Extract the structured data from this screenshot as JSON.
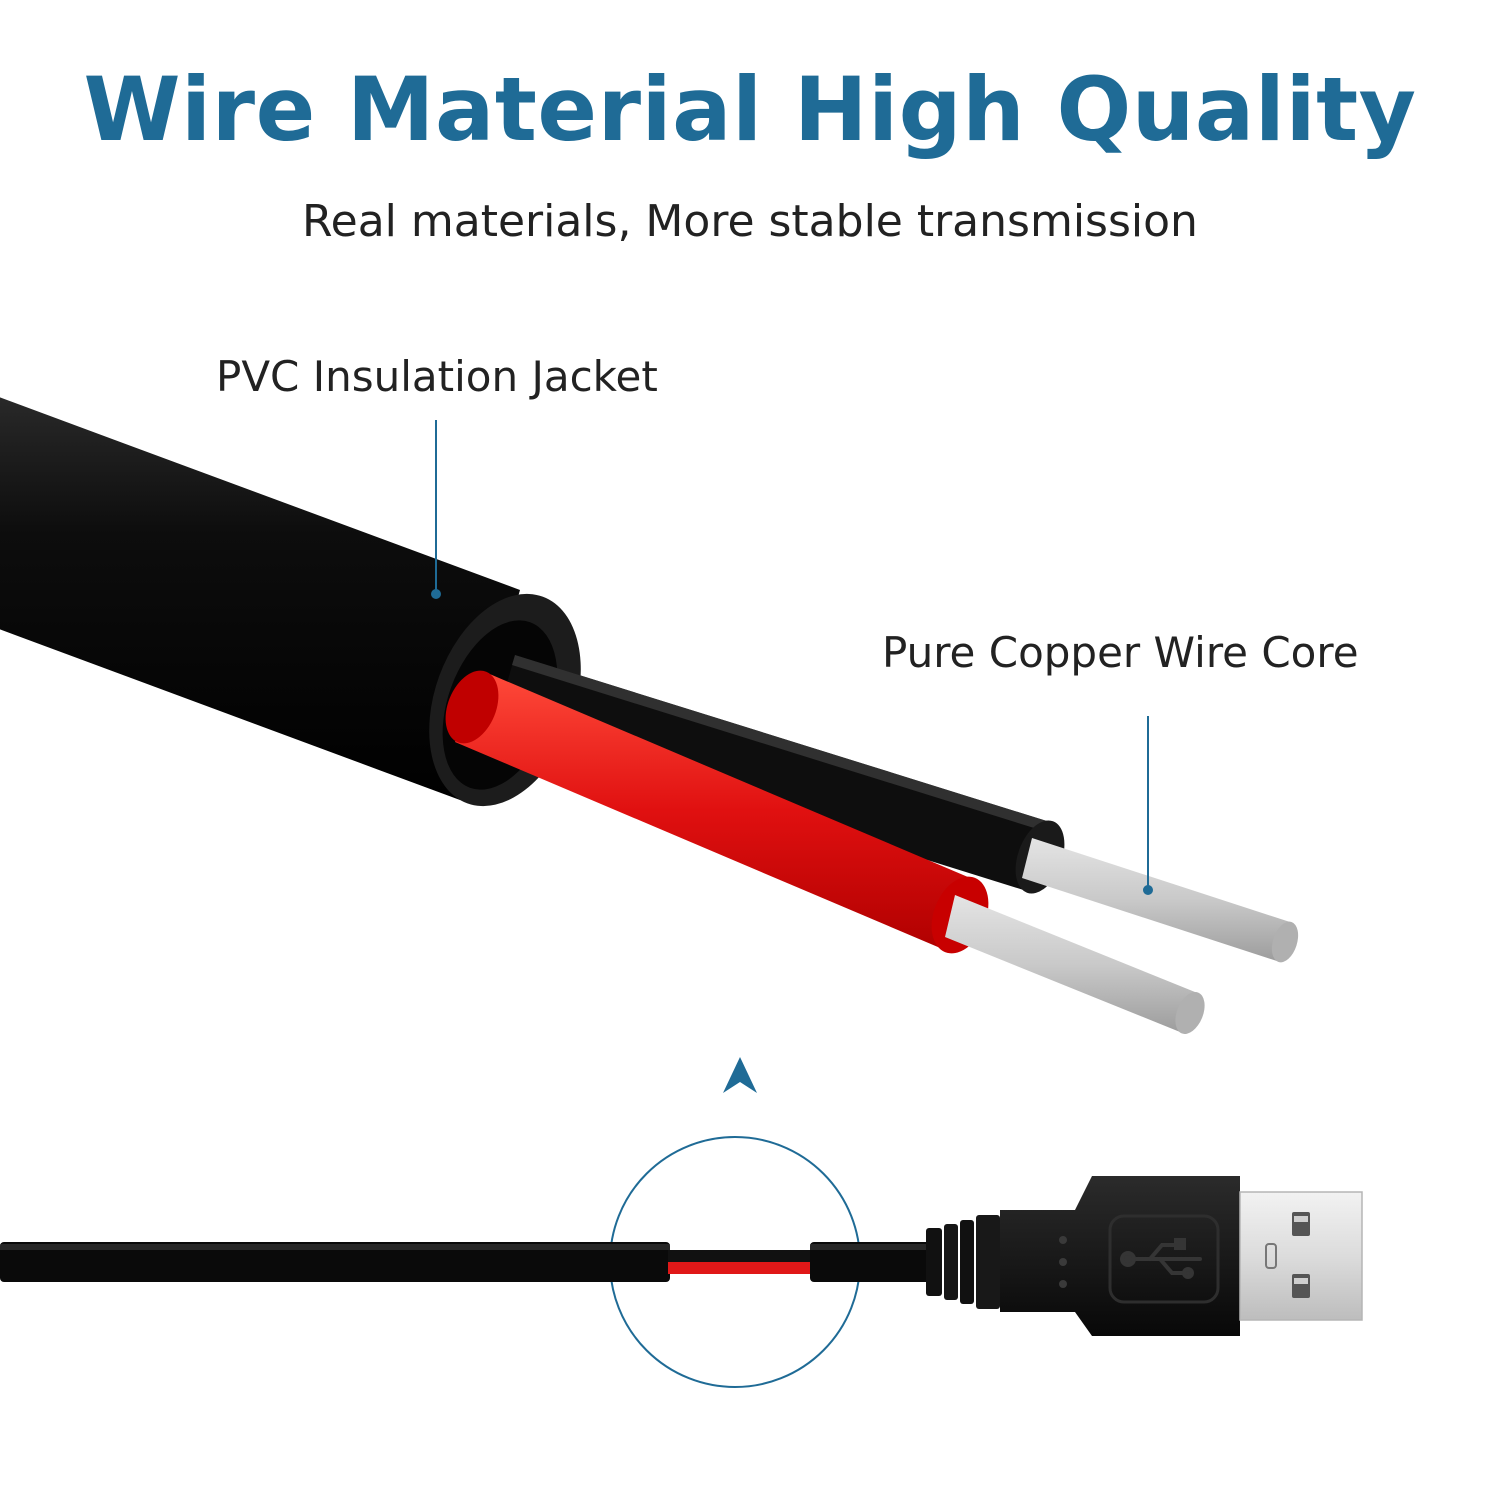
{
  "header": {
    "title": "Wire Material High Quality",
    "subtitle": "Real materials, More stable transmission"
  },
  "callouts": {
    "jacket_label": "PVC Insulation Jacket",
    "core_label": "Pure Copper Wire Core"
  },
  "colors": {
    "accent": "#1f6b96",
    "text": "#222222",
    "jacket": "#111111",
    "red_wire": "#e01818",
    "core": "#c8c8c8",
    "usb_metal": "#e6e6e6"
  },
  "icons": {
    "pointer": "up-arrow-icon",
    "connector": "usb-trident-icon"
  }
}
